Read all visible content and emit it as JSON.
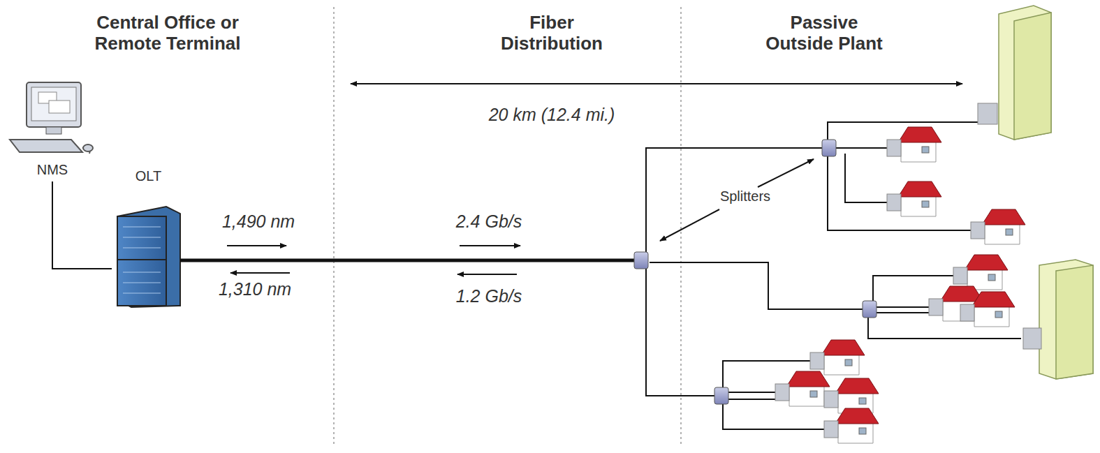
{
  "diagram": {
    "nodes": [
      {
        "text": [
          "NMS"
        ]
      },
      {
        "text": [
          "OLT"
        ]
      }
    ],
    "edges": [
      {
        "from": 0,
        "to": 1,
        "arrow": "none"
      }
    ],
    "labels": [
      "Central Office or Remote Terminal",
      "Fiber Distribution",
      "Passive Outside Plant",
      "20 km (12.4 mi.)",
      "1,490 nm",
      "1,310 nm",
      "2.4 Gb/s",
      "1.2 Gb/s",
      "Splitters"
    ]
  }
}
